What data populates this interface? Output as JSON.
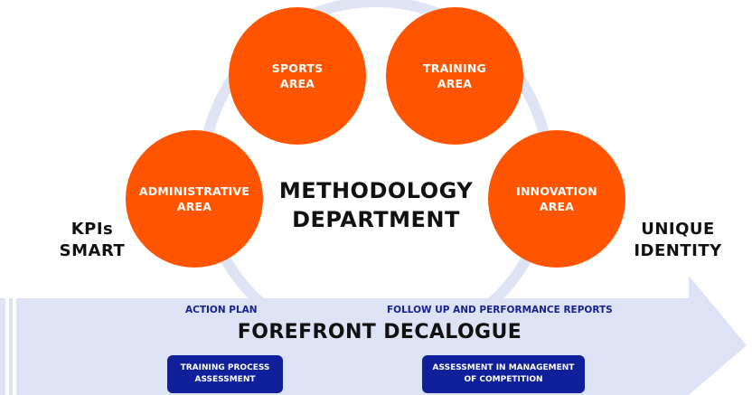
{
  "colors": {
    "circle_fill": "#ff5400",
    "ring": "#dfe4f5",
    "arrow": "#dde3f5",
    "label_blue": "#17218f",
    "box_fill": "#10209a"
  },
  "circles": {
    "sports": "SPORTS\nAREA",
    "training": "TRAINING\nAREA",
    "administrative": "ADMINISTRATIVE\nAREA",
    "innovation": "INNOVATION\nAREA"
  },
  "center_title": "METHODOLOGY\nDEPARTMENT",
  "left_label": "KPIs\nSMART",
  "right_label": "UNIQUE\nIDENTITY",
  "arrow": {
    "left_label": "ACTION PLAN",
    "right_label": "FOLLOW UP AND PERFORMANCE REPORTS",
    "title": "FOREFRONT DECALOGUE"
  },
  "boxes": {
    "left": "TRAINING PROCESS\nASSESSMENT",
    "right": "ASSESSMENT IN MANAGEMENT\nOF COMPETITION"
  }
}
